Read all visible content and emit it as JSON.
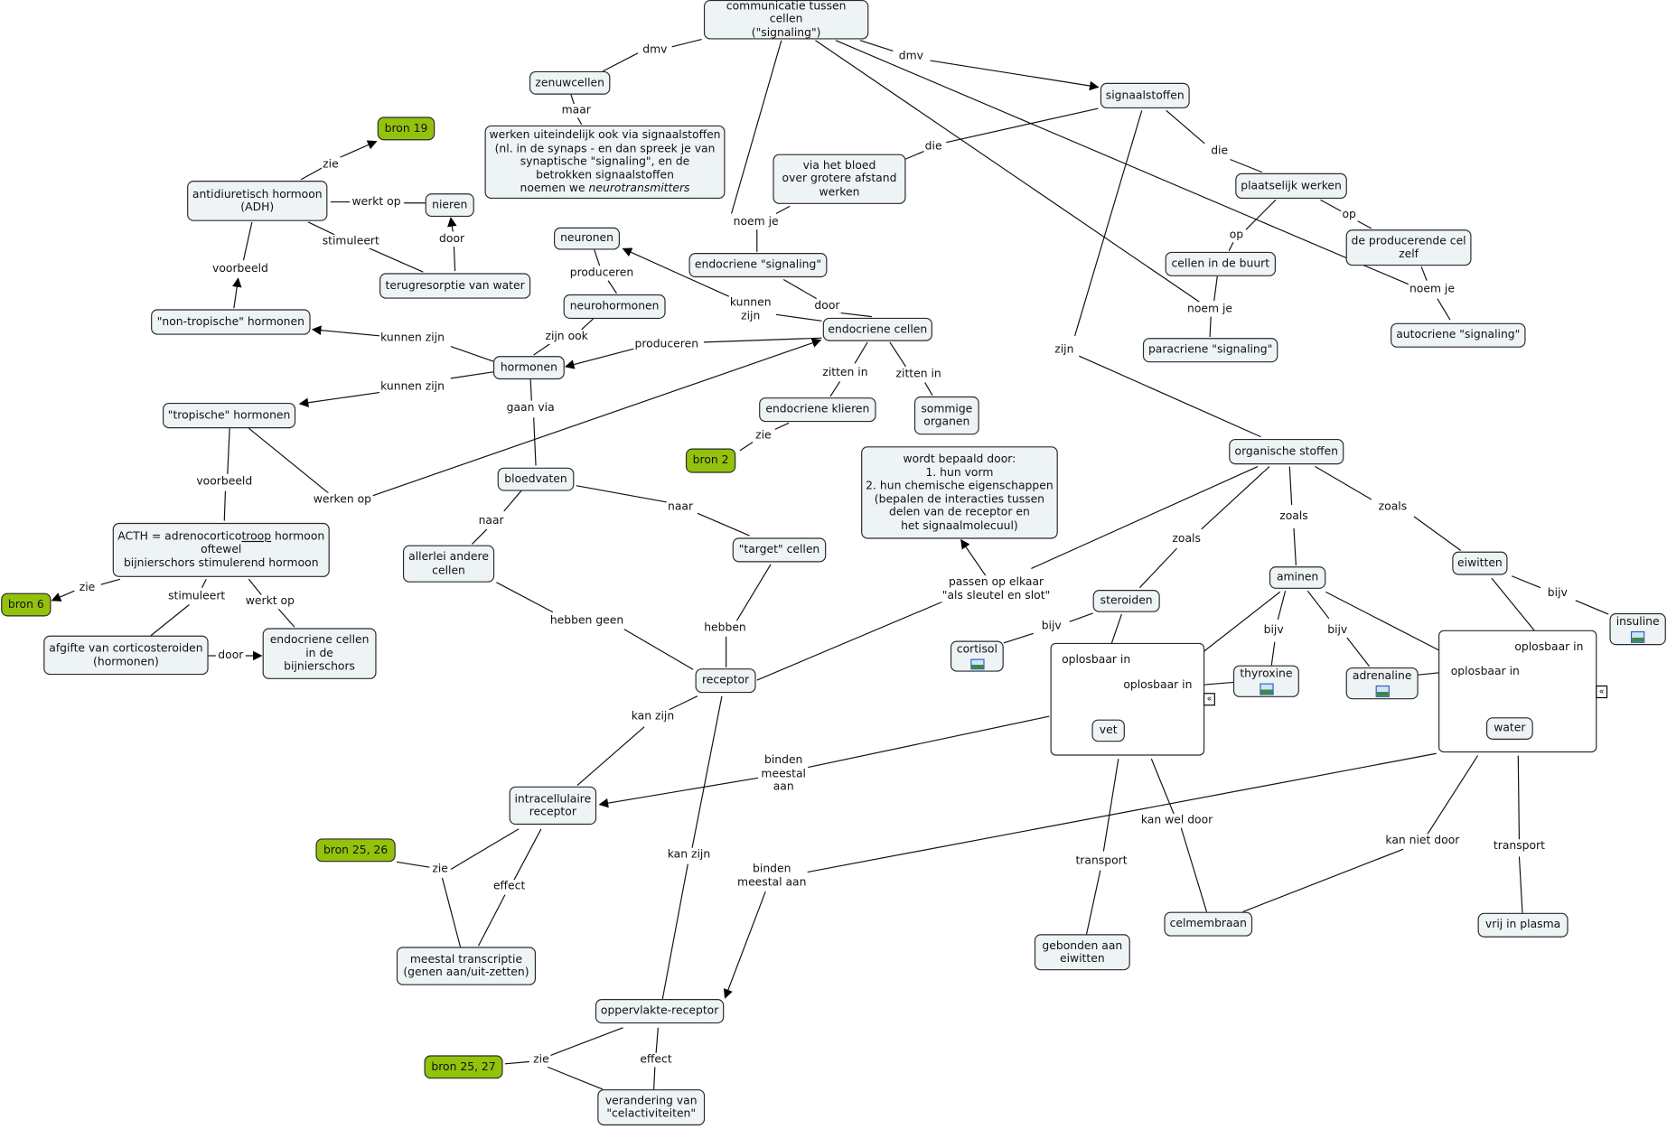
{
  "nodes": {
    "n1": "communicatie tussen cellen\n(\"signaling\")",
    "n2": "zenuwcellen",
    "n3": "werken uiteindelijk ook via signaalstoffen\n(nl. in de synaps - en dan spreek je van\nsynaptische \"signaling\", en de\nbetrokken signaalstoffen\nnoemen we ",
    "n3i": "neurotransmitters",
    "n4": "signaalstoffen",
    "n5": "via het bloed\nover grotere afstand\nwerken",
    "n6": "plaatselijk werken",
    "n7": "de producerende cel\nzelf",
    "n8": "cellen in de buurt",
    "n9": "paracriene \"signaling\"",
    "n10": "autocriene \"signaling\"",
    "n11": "bron 19",
    "n12": "antidiuretisch hormoon\n(ADH)",
    "n13": "nieren",
    "n14": "terugresorptie van water",
    "n15": "neuronen",
    "n16": "endocriene \"signaling\"",
    "n17": "neurohormonen",
    "n18": "\"non-tropische\" hormonen",
    "n19": "endocriene cellen",
    "n20": "hormonen",
    "n21": "\"tropische\" hormonen",
    "n22": "endocriene klieren",
    "n23": "sommige\norganen",
    "n24": "bron 2",
    "n25": "organische stoffen",
    "n26": "wordt bepaald door:\n1. hun vorm\n2. hun chemische eigenschappen\n(bepalen de interacties tussen\ndelen van de receptor en\nhet signaalmolecuul)",
    "n27": "bloedvaten",
    "n28a": "ACTH = adrenocortico",
    "n28u": "troop",
    "n28b": " hormoon\noftewel\nbijnierschors stimulerend hormoon",
    "n29": "\"target\" cellen",
    "n30": "allerlei andere\ncellen",
    "n31": "eiwitten",
    "n32": "aminen",
    "n33": "bron 6",
    "n34": "steroiden",
    "n35": "insuline",
    "n36": "cortisol",
    "n37": "afgifte van corticosteroiden\n(hormonen)",
    "n38": "endocriene cellen\nin de\nbijnierschors",
    "n39": "receptor",
    "n40": "vet",
    "n41": "thyroxine",
    "n42": "adrenaline",
    "n43": "water",
    "n44": "intracellulaire\nreceptor",
    "n45": "bron 25, 26",
    "n46": "meestal transcriptie\n(genen aan/uit-zetten)",
    "n47": "celmembraan",
    "n48": "vrij in plasma",
    "n49": "gebonden aan\neiwitten",
    "n50": "oppervlakte-receptor",
    "n51": "bron 25, 27",
    "n52": "verandering van\n\"celactiviteiten\""
  },
  "links": {
    "l1": "dmv",
    "l2": "dmv",
    "l3": "maar",
    "l4": "die",
    "l5": "die",
    "l6": "zie",
    "l7": "werkt op",
    "l8": "op",
    "l9": "noem je",
    "l10": "stimuleert",
    "l11": "door",
    "l12": "op",
    "l13": "voorbeeld",
    "l14": "produceren",
    "l15": "kunnen\nzijn",
    "l16": "door",
    "l17": "noem je",
    "l18": "noem je",
    "l19": "zijn ook",
    "l20": "kunnen zijn",
    "l21": "produceren",
    "l22": "zijn",
    "l23": "zitten in",
    "l24": "zitten in",
    "l25": "kunnen zijn",
    "l26": "gaan via",
    "l27": "zie",
    "l28": "voorbeeld",
    "l29": "werken op",
    "l30": "naar",
    "l31": "naar",
    "l32": "zoals",
    "l33": "zoals",
    "l34": "zoals",
    "l35": "passen op elkaar\n\"als sleutel en slot\"",
    "l36": "zie",
    "l37": "stimuleert",
    "l38": "werkt op",
    "l39": "bijv",
    "l40": "bijv",
    "l41": "bijv",
    "l42": "bijv",
    "l43": "hebben geen",
    "l44": "hebben",
    "l45": "door",
    "l46": "oplosbaar in",
    "l47": "oplosbaar in",
    "l48": "oplosbaar in",
    "l49": "oplosbaar in",
    "l50": "kan zijn",
    "l51": "binden\nmeestal\naan",
    "l52": "kan wel door",
    "l53": "kan niet door",
    "l54": "transport",
    "l55": "transport",
    "l56": "kan zijn",
    "l57": "binden\nmeestal aan",
    "l58": "zie",
    "l59": "effect",
    "l60": "zie",
    "l61": "effect"
  },
  "colors": {
    "source_node": "#93c20c",
    "concept_node": "#eef3f5",
    "line": "#111111"
  }
}
